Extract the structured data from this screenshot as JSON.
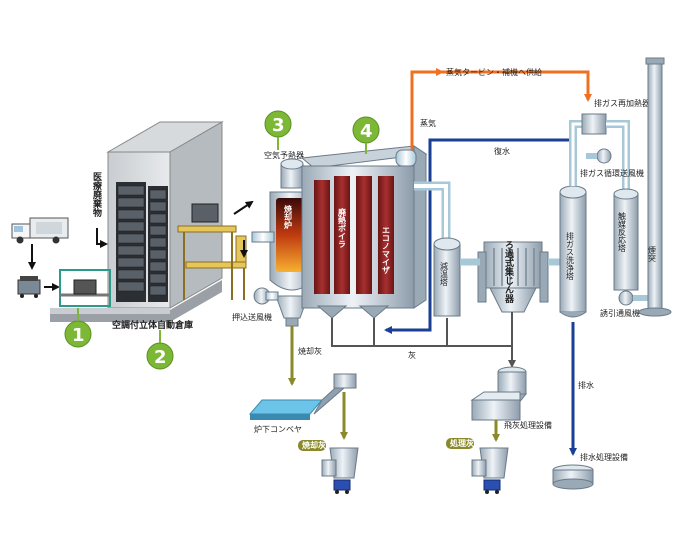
{
  "colors": {
    "steam_line": "#f07020",
    "water_line": "#1a3f95",
    "ash_line": "#8a8a2a",
    "drain_line": "#1a3f95",
    "step_badge": "#7cb836",
    "steel_light": "#dce7ef",
    "steel_dark": "#9aa9b6",
    "furnace_fire": "#e05020",
    "boiler_red": "#8a2020"
  },
  "badges": [
    {
      "id": "1",
      "label": "1"
    },
    {
      "id": "2",
      "label": "2"
    },
    {
      "id": "3",
      "label": "3"
    },
    {
      "id": "4",
      "label": "4"
    }
  ],
  "labels": {
    "medical_waste": "医療廃棄物",
    "auto_warehouse": "空調付立体自動倉庫",
    "air_preheater": "空気予熱器",
    "incinerator": "焼却炉",
    "push_fan": "押込送風機",
    "waste_boiler": "廃熱ボイラ",
    "economizer": "エコノマイザ",
    "steam": "蒸気",
    "steam_dest": "蒸気タービン・補機へ供給",
    "return_water": "復水",
    "cooling_tower": "減温塔",
    "bag_filter": "ろ過式集じん器",
    "ash": "灰",
    "flue_reheater": "排ガス再加熱器",
    "recirc_fan": "排ガス循環送風機",
    "scrubber": "排ガス洗浄塔",
    "catalyst_tower": "触媒反応塔",
    "chimney": "煙突",
    "induced_fan": "誘引通風機",
    "bottom_ash": "焼却灰",
    "conveyor": "炉下コンベヤ",
    "bottom_ash_tag": "焼却灰",
    "fly_ash_treat": "飛灰処理設備",
    "treated_ash_tag": "処理灰",
    "drain": "排水",
    "drain_treat": "排水処理設備"
  }
}
